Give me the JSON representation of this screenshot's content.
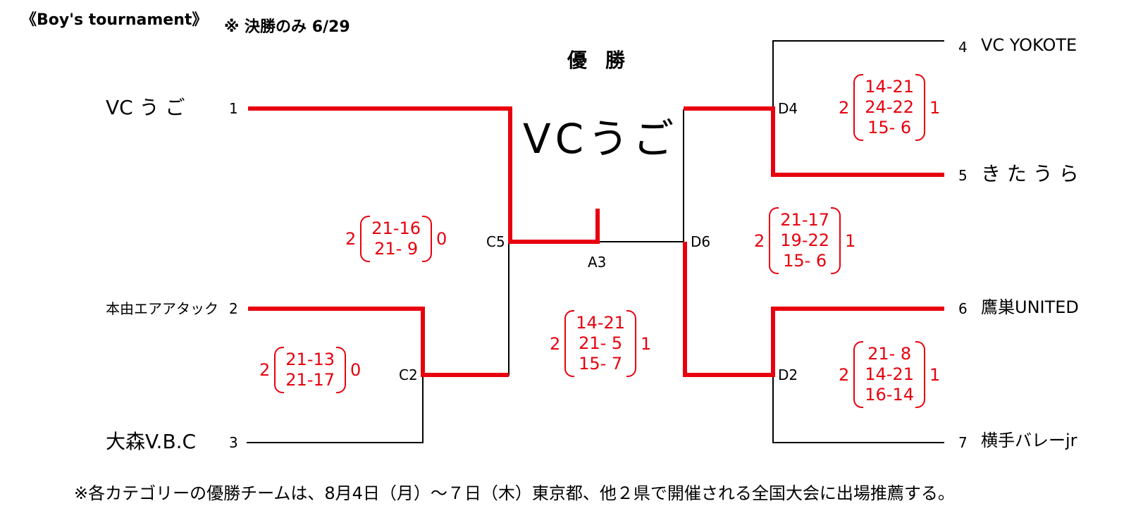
{
  "header": {
    "title": "《Boy's tournament》",
    "note": "※ 決勝のみ 6/29"
  },
  "winner_label": "優勝",
  "champion": "VCうご",
  "teams": [
    {
      "seed": "1",
      "name": "VC う ご"
    },
    {
      "seed": "2",
      "name": "本由エアアタック"
    },
    {
      "seed": "3",
      "name": "大森V.B.C"
    },
    {
      "seed": "4",
      "name": "VC YOKOTE"
    },
    {
      "seed": "5",
      "name": "き た う ら"
    },
    {
      "seed": "6",
      "name": "鷹巣UNITED"
    },
    {
      "seed": "7",
      "name": "横手バレーjr"
    }
  ],
  "matches": [
    {
      "code": "C2",
      "w": "2",
      "l": "0",
      "sets": [
        "21-13",
        "21-17"
      ]
    },
    {
      "code": "C5",
      "w": "2",
      "l": "0",
      "sets": [
        "21-16",
        "21- 9"
      ]
    },
    {
      "code": "A3",
      "w": "2",
      "l": "1",
      "sets": [
        "14-21",
        "21- 5",
        "15- 7"
      ]
    },
    {
      "code": "D6",
      "w": "2",
      "l": "1",
      "sets": [
        "21-17",
        "19-22",
        "15- 6"
      ]
    },
    {
      "code": "D4",
      "w": "2",
      "l": "1",
      "sets": [
        "14-21",
        "24-22",
        "15- 6"
      ]
    },
    {
      "code": "D2",
      "w": "2",
      "l": "1",
      "sets": [
        "21- 8",
        "14-21",
        "16-14"
      ]
    }
  ],
  "footnote": "※各カテゴリーの優勝チームは、8月4日（月）～７日（木）東京都、他２県で開催される全国大会に出場推薦する。",
  "colors": {
    "winner_line": "#e8000e",
    "line": "#000000"
  }
}
